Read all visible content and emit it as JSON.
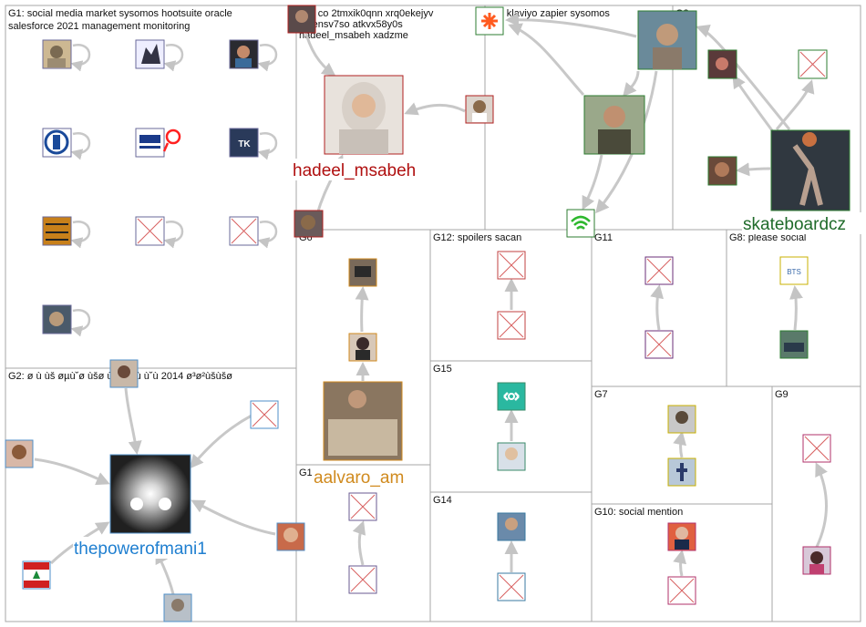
{
  "colors": {
    "edge": "#c8c8c8",
    "frame": "#a7a7a7",
    "g1_node": "#6a6a9a",
    "g2_node": "#4f8fc8",
    "g3_node": "#2e7d32",
    "g5_node": "#b02020",
    "g6_node": "#d08a1e",
    "g7_node": "#c8b000",
    "g9_node": "#b0306a",
    "g11_node": "#6b2f7a",
    "g12_node": "#c04040",
    "g13_node": "#6a5a90",
    "g15_node": "#3a8a6a",
    "broken_x": "#d86060"
  },
  "groups": [
    {
      "id": "G1",
      "lines": [
        "G1: social media market sysomos hootsuite oracle",
        "salesforce 2021 management monitoring"
      ]
    },
    {
      "id": "G2",
      "lines": [
        "G2: ø ù ùš øµù˘ø ùšø ù˘ø ùšù ù˘ù 2014 ø³ø²ùšùšø"
      ]
    },
    {
      "id": "G3",
      "lines": [
        "G3"
      ]
    },
    {
      "id": "G4",
      "lines": [
        "G4: klaviyo zapier sysomos"
      ]
    },
    {
      "id": "G5",
      "lines": [
        "G5: co 2tmxik0qnn xrq0ekejyv",
        "aihensv7so atkvx58y0s",
        "hadeel_msabeh xadzme"
      ]
    },
    {
      "id": "G6",
      "lines": [
        "G6"
      ]
    },
    {
      "id": "G7",
      "lines": [
        "G7"
      ]
    },
    {
      "id": "G8",
      "lines": [
        "G8: please social"
      ]
    },
    {
      "id": "G9",
      "lines": [
        "G9"
      ]
    },
    {
      "id": "G10",
      "lines": [
        "G10: social mention"
      ]
    },
    {
      "id": "G11",
      "lines": [
        "G11"
      ]
    },
    {
      "id": "G12",
      "lines": [
        "G12: spoilers sacan"
      ]
    },
    {
      "id": "G13",
      "lines": [
        "G13"
      ]
    },
    {
      "id": "G14",
      "lines": [
        "G14"
      ]
    },
    {
      "id": "G15",
      "lines": [
        "G15"
      ]
    }
  ],
  "node_labels": {
    "hadeel": "hadeel_msabeh",
    "skate": "skateboardcz",
    "alvaro": "aalvaro_am",
    "mani": "thepowerofmani1"
  }
}
